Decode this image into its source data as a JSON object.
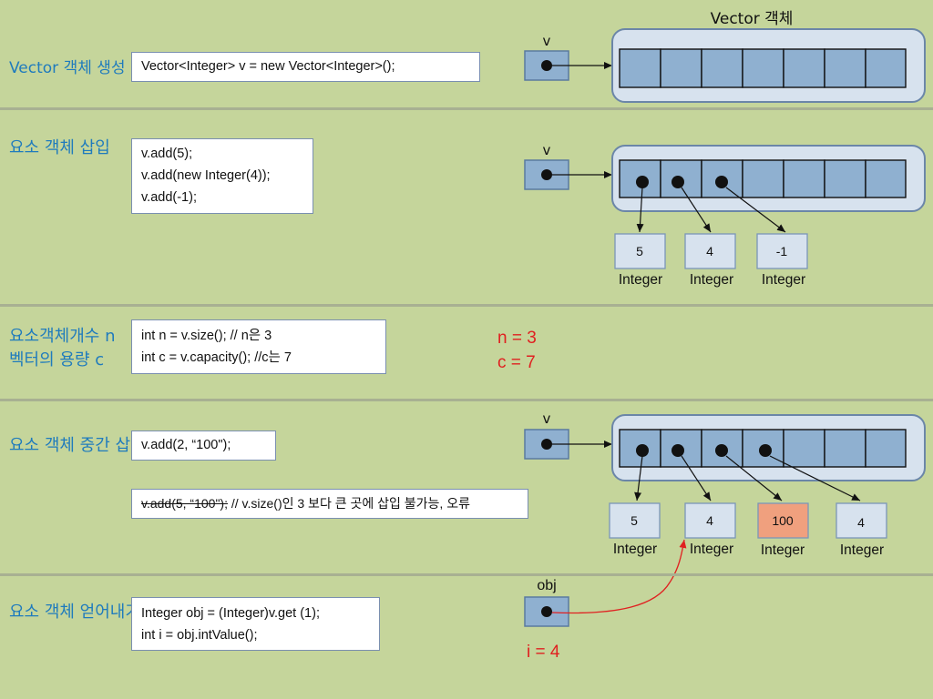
{
  "vector_title": "Vector 객체",
  "colors": {
    "background": "#c5d59b",
    "section_title": "#1f7bbd",
    "cell_fill": "#8fb0d0",
    "panel_fill": "#d7e2ee",
    "result_red": "#e02020",
    "highlight_box": "#f0a07e"
  },
  "section1": {
    "title": "Vector 객체 생성",
    "code": [
      "Vector<Integer> v = new Vector<Integer>();"
    ],
    "ref_label": "v",
    "cells": 7
  },
  "section2": {
    "title": "요소 객체 삽입",
    "code": [
      "v.add(5);",
      "v.add(new Integer(4));",
      "v.add(-1);"
    ],
    "ref_label": "v",
    "boxes": [
      {
        "value": "5",
        "type": "Integer"
      },
      {
        "value": "4",
        "type": "Integer"
      },
      {
        "value": "-1",
        "type": "Integer"
      }
    ]
  },
  "section3": {
    "title_lines": [
      "요소객체개수 n",
      "벡터의 용량 c"
    ],
    "code": [
      "int n = v.size(); // n은 3",
      "int c = v.capacity(); //c는 7"
    ],
    "results": [
      "n = 3",
      "c = 7"
    ]
  },
  "section4": {
    "title": "요소 객체 중간 삽입",
    "code": [
      "v.add(2, “100\");"
    ],
    "struck_code": "v.add(5, “100\");",
    "comment": " // v.size()인 3 보다 큰 곳에 삽입 불가능, 오류",
    "ref_label": "v",
    "boxes": [
      {
        "value": "5",
        "type": "Integer"
      },
      {
        "value": "4",
        "type": "Integer"
      },
      {
        "value": "100",
        "type": "Integer"
      },
      {
        "value": "4",
        "type": "Integer"
      }
    ]
  },
  "section5": {
    "title": "요소 객체 얻어내기",
    "code": [
      "Integer obj = (Integer)v.get (1);",
      "int i = obj.intValue();"
    ],
    "ref_label": "obj",
    "result": "i = 4"
  }
}
